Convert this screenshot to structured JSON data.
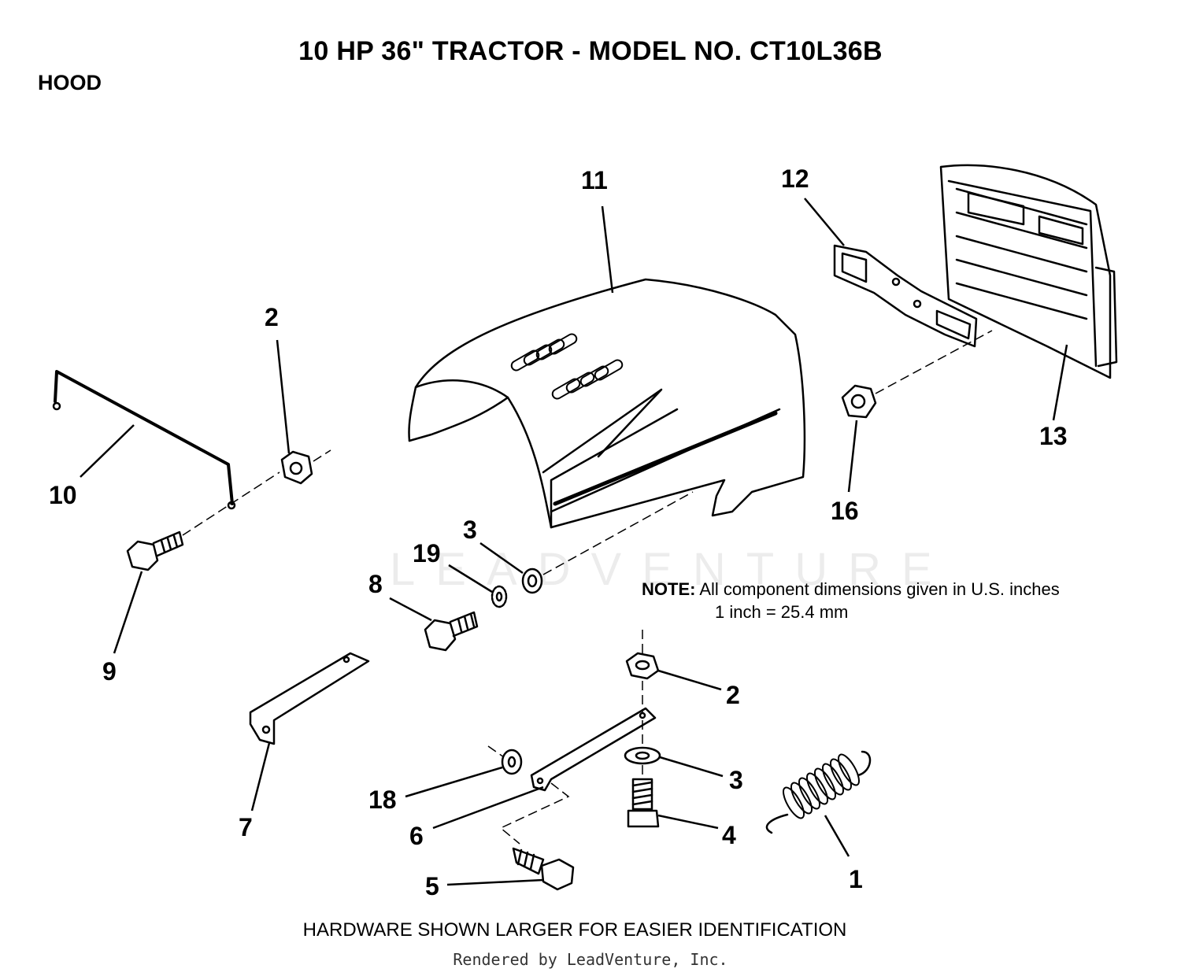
{
  "title": "10 HP 36\" TRACTOR - MODEL NO. CT10L36B",
  "section": "HOOD",
  "callouts": [
    {
      "id": "c11",
      "label": "11"
    },
    {
      "id": "c12",
      "label": "12"
    },
    {
      "id": "c13",
      "label": "13"
    },
    {
      "id": "c2a",
      "label": "2"
    },
    {
      "id": "c10",
      "label": "10"
    },
    {
      "id": "c16",
      "label": "16"
    },
    {
      "id": "c3a",
      "label": "3"
    },
    {
      "id": "c19",
      "label": "19"
    },
    {
      "id": "c8",
      "label": "8"
    },
    {
      "id": "c9",
      "label": "9"
    },
    {
      "id": "c2b",
      "label": "2"
    },
    {
      "id": "c3b",
      "label": "3"
    },
    {
      "id": "c18",
      "label": "18"
    },
    {
      "id": "c7",
      "label": "7"
    },
    {
      "id": "c6",
      "label": "6"
    },
    {
      "id": "c4",
      "label": "4"
    },
    {
      "id": "c5",
      "label": "5"
    },
    {
      "id": "c1",
      "label": "1"
    }
  ],
  "note": {
    "label": "NOTE:",
    "line1": "All component dimensions given in U.S. inches",
    "line2": "1 inch = 25.4 mm"
  },
  "watermark": "LEADVENTURE",
  "footer": "HARDWARE SHOWN LARGER FOR EASIER IDENTIFICATION",
  "credit": "Rendered by LeadVenture, Inc."
}
